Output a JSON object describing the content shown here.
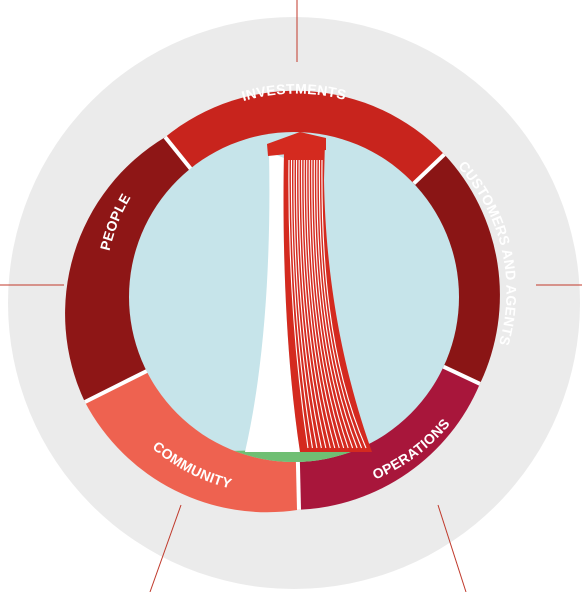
{
  "colors": {
    "background": "#ffffff",
    "halo": "#ebebeb",
    "connector_line": "#c0392b",
    "divider": "#ffffff",
    "sky": "#c6e4ea",
    "ground": "#6fbf73",
    "tower_red": "#d42a1f",
    "tower_white": "#ffffff"
  },
  "segments": [
    {
      "id": "investments",
      "label": "INVESTMENTS",
      "color": "#c8241d"
    },
    {
      "id": "customers-and-agents",
      "label": "CUSTOMERS AND AGENTS",
      "color": "#8a1515"
    },
    {
      "id": "operations",
      "label": "OPERATIONS",
      "color": "#a8163b"
    },
    {
      "id": "community",
      "label": "COMMUNITY",
      "color": "#ee6250"
    },
    {
      "id": "people",
      "label": "PEOPLE",
      "color": "#8e1616"
    }
  ],
  "icons": {
    "center": "skyscraper-tower-icon"
  }
}
